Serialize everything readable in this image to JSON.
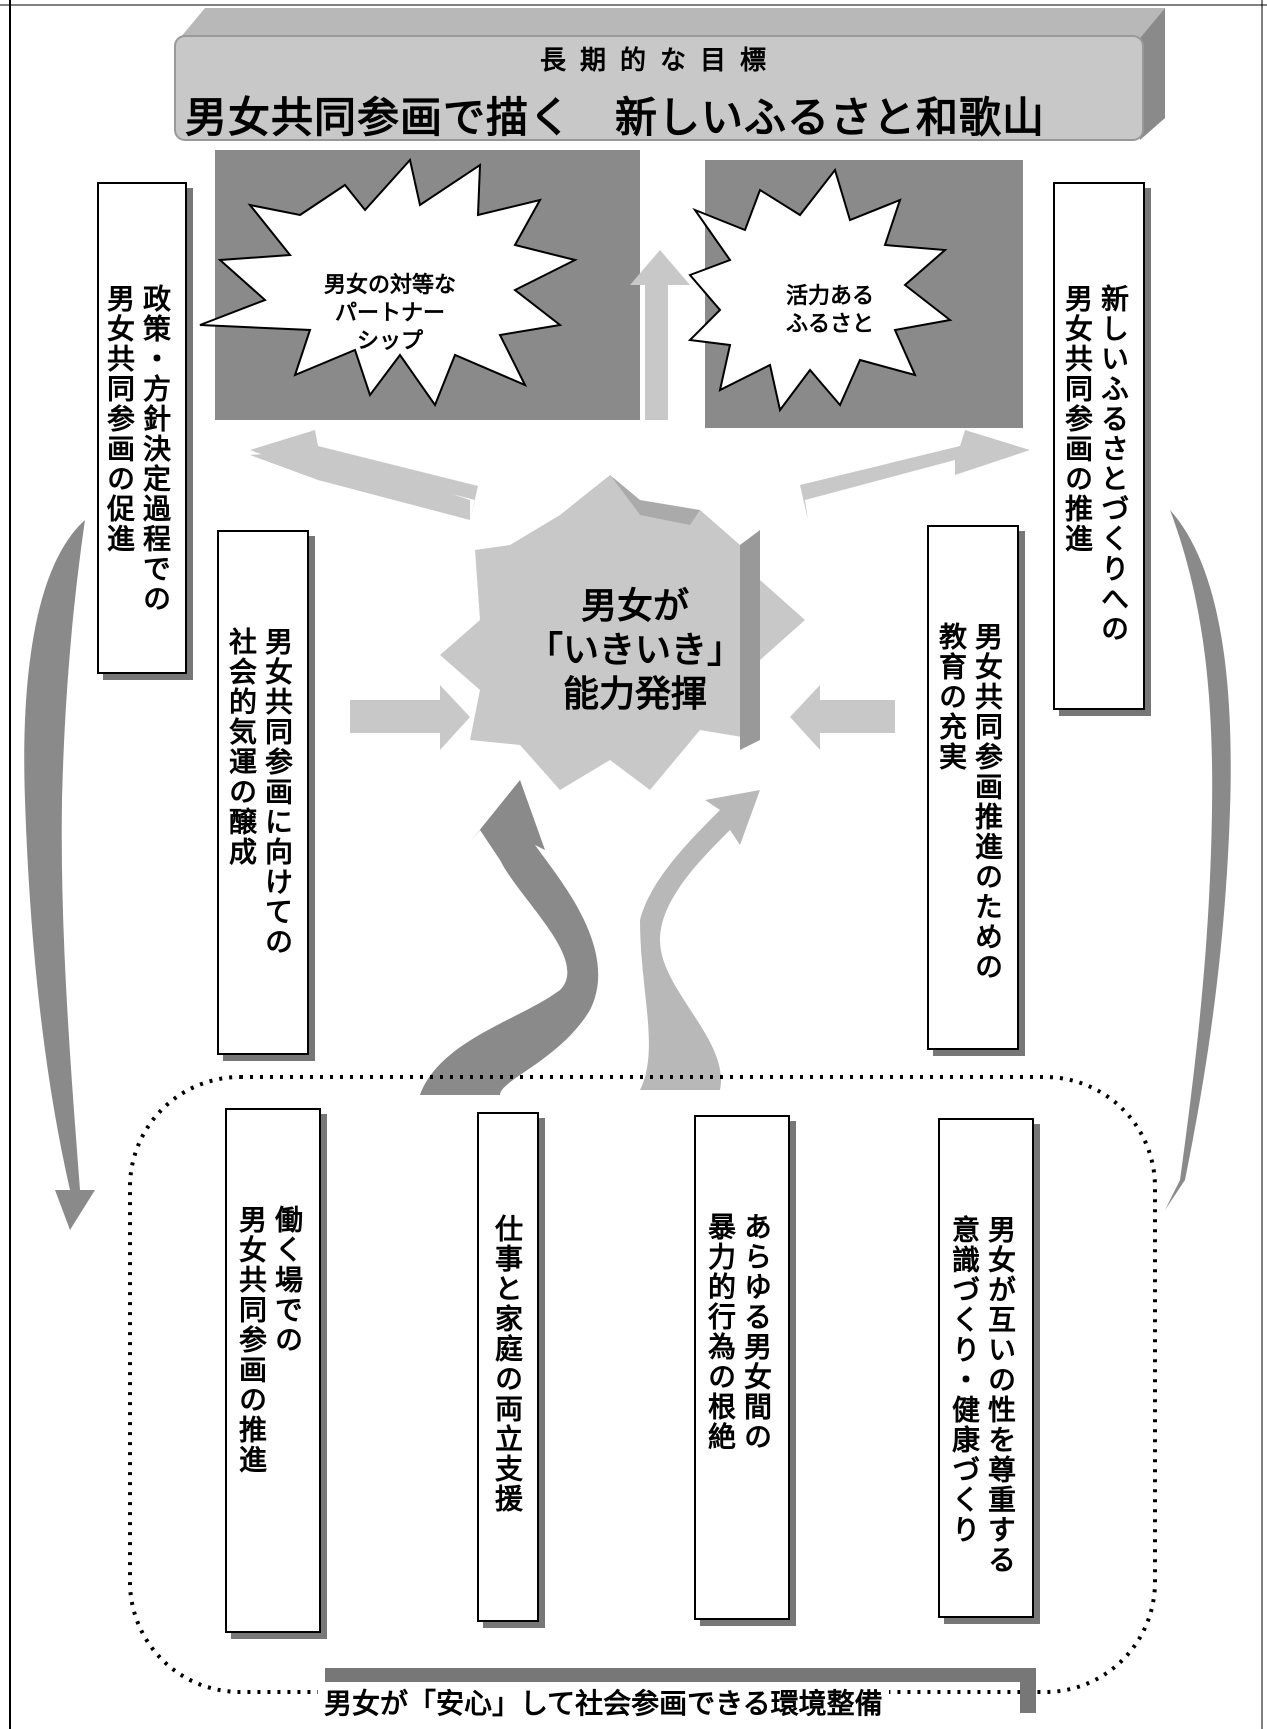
{
  "banner": {
    "subtitle": "長期的な目標",
    "title": "男女共同参画で描く　新しいふるさと和歌山"
  },
  "bursts": {
    "left": "男女の対等な\nパートナー\nシップ",
    "right": "活力ある\nふるさと"
  },
  "center": "男女が\n「いきいき」\n能力発揮",
  "side_boxes": {
    "policy": "政策・方針決定過程での\n男女共同参画の促進",
    "new_hometown": "新しいふるさとづくりへの\n男女共同参画の推進",
    "social_climate": "男女共同参画に向けての\n社会的気運の醸成",
    "education": "男女共同参画推進のための\n教育の充実"
  },
  "bottom_boxes": {
    "workplace": "働く場での\n男女共同参画の推進",
    "work_family": "仕事と家庭の両立支援",
    "violence": "あらゆる男女間の\n暴力的行為の根絶",
    "health": "男女が互いの性を尊重する\n意識づくり・健康づくり"
  },
  "bottom_label": "男女が「安心」して社会参画できる環境整備"
}
